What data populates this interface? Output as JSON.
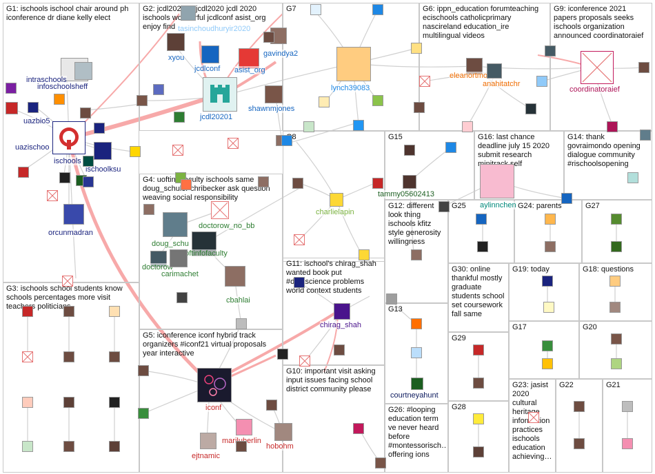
{
  "groups": [
    {
      "id": "G1",
      "title": "G1: ischools ischool chair around ph iconference dr diane kelly elect"
    },
    {
      "id": "G2",
      "title": "G2: jcdl20201 #jcdl2020 jcdl 2020 ischools wonderful jcdlconf asist_org enjoy find"
    },
    {
      "id": "G7",
      "title": "G7"
    },
    {
      "id": "G6",
      "title": "G6: ippn_education forumteaching ecischools catholicprimary nascireland education_ire multilingual videos"
    },
    {
      "id": "G9",
      "title": "G9: iconference 2021 papers proposals seeks ischools organization announced coordinatoraief"
    },
    {
      "id": "G8",
      "title": "G8"
    },
    {
      "id": "G15",
      "title": "G15"
    },
    {
      "id": "G16",
      "title": "G16: last chance deadline july 15 2020 submit research minitrack self"
    },
    {
      "id": "G14",
      "title": "G14: thank govraimondo opening dialogue community #rischoolsopening"
    },
    {
      "id": "G4",
      "title": "G4: uoftinfofaculty ischools same doug_schuler chribecker ask question weaving social responsibility"
    },
    {
      "id": "G12",
      "title": "G12: different look thing ischools kfitz style generosity willingness"
    },
    {
      "id": "G25",
      "title": "G25"
    },
    {
      "id": "G24",
      "title": "G24: parents"
    },
    {
      "id": "G27",
      "title": "G27"
    },
    {
      "id": "G11",
      "title": "G11: ischool's chirag_shah wanted book put #datascience problems world context students"
    },
    {
      "id": "G3",
      "title": "G3: ischools school students know schools percentages more visit teachers politicians"
    },
    {
      "id": "G30",
      "title": "G30: online thankful mostly graduate students school set coursework fall same"
    },
    {
      "id": "G19",
      "title": "G19: today"
    },
    {
      "id": "G18",
      "title": "G18: questions"
    },
    {
      "id": "G13",
      "title": "G13"
    },
    {
      "id": "G17",
      "title": "G17"
    },
    {
      "id": "G20",
      "title": "G20"
    },
    {
      "id": "G5",
      "title": "G5: iconference iconf hybrid track organizers #iconf21 virtual proposals year interactive"
    },
    {
      "id": "G29",
      "title": "G29"
    },
    {
      "id": "G10",
      "title": "G10: important visit asking input issues facing school district community please"
    },
    {
      "id": "G23",
      "title": "G23: jasist 2020 cultural heritage information practices ischools education achieving…"
    },
    {
      "id": "G22",
      "title": "G22"
    },
    {
      "id": "G21",
      "title": "G21"
    },
    {
      "id": "G26",
      "title": "G26: #looping education term ve never heard before #montessorisch… offering ions"
    },
    {
      "id": "G28",
      "title": "G28"
    }
  ],
  "node_labels": [
    {
      "id": "intrasehools",
      "text": "intraschools",
      "color": "#1a237e"
    },
    {
      "id": "infoschoolsheff",
      "text": "infoschoolsheff",
      "color": "#1a237e"
    },
    {
      "id": "uazbio5",
      "text": "uazbio5",
      "color": "#1a237e"
    },
    {
      "id": "uazischool",
      "text": "uazischoo",
      "color": "#1a237e"
    },
    {
      "id": "ischools",
      "text": "ischools",
      "color": "#1a237e"
    },
    {
      "id": "ischoolksu",
      "text": "ischoolksu",
      "color": "#1a237e"
    },
    {
      "id": "orcunmadran",
      "text": "orcunmadran",
      "color": "#1a237e"
    },
    {
      "id": "tasinchoudhury",
      "text": "tasinchoudhuryir2020",
      "color": "#90caf9"
    },
    {
      "id": "xyou",
      "text": "xyou",
      "color": "#1565c0"
    },
    {
      "id": "jcdlconf",
      "text": "jcdlconf",
      "color": "#1565c0"
    },
    {
      "id": "asist_org",
      "text": "asist_org",
      "color": "#1565c0"
    },
    {
      "id": "gavindya2",
      "text": "gavindya2",
      "color": "#1565c0"
    },
    {
      "id": "jcdl20201",
      "text": "jcdl20201",
      "color": "#1565c0"
    },
    {
      "id": "shawnmjones",
      "text": "shawnmjones",
      "color": "#1565c0"
    },
    {
      "id": "lynch39083",
      "text": "lynch39083",
      "color": "#1e88e5"
    },
    {
      "id": "eleanortmoore",
      "text": "eleanortmoore",
      "color": "#ef6c00"
    },
    {
      "id": "anahitatchr",
      "text": "anahitatchr",
      "color": "#ef6c00"
    },
    {
      "id": "coordinatoraief",
      "text": "coordinatoraief",
      "color": "#ad1457"
    },
    {
      "id": "tammy05602413",
      "text": "tammy05602413",
      "color": "#1b5e20"
    },
    {
      "id": "aylinnchen",
      "text": "aylinnchen",
      "color": "#00897b"
    },
    {
      "id": "charlielapin",
      "text": "charlielapin",
      "color": "#7cb342"
    },
    {
      "id": "doctorow_no_bb",
      "text": "doctorow_no_bb",
      "color": "#2e7d32"
    },
    {
      "id": "doug_schuler",
      "text": "doug_schu",
      "color": "#2e7d32"
    },
    {
      "id": "doctorow",
      "text": "doctorow",
      "color": "#2e7d32"
    },
    {
      "id": "uoftinfofaculty",
      "text": "uoftinfofaculty",
      "color": "#2e7d32"
    },
    {
      "id": "carimachet",
      "text": "carimachet",
      "color": "#2e7d32"
    },
    {
      "id": "cbahlai",
      "text": "cbahlai",
      "color": "#2e7d32"
    },
    {
      "id": "chirag_shah",
      "text": "chirag_shah",
      "color": "#4a148c"
    },
    {
      "id": "courtneyahunt",
      "text": "courtneyahunt",
      "color": "#0d1b5e"
    },
    {
      "id": "iconf",
      "text": "iconf",
      "color": "#c62828"
    },
    {
      "id": "mariluberlin",
      "text": "mariluberlin",
      "color": "#c62828"
    },
    {
      "id": "hobohm",
      "text": "hobohm",
      "color": "#c62828"
    },
    {
      "id": "ejtnamic",
      "text": "ejtnamic",
      "color": "#c62828"
    }
  ],
  "icons": {
    "ischools": "ischools-logo-icon",
    "jcdl": "jcdl-2020-logo-icon",
    "iconf": "iconference-fireworks-icon",
    "coordinatoraief": "missing-image-icon",
    "avatar": "avatar-thumbnail-icon"
  },
  "colors": {
    "edge_main": "#f06262",
    "edge_light": "#c0c0c0",
    "panel_border": "#c8c8c8"
  }
}
